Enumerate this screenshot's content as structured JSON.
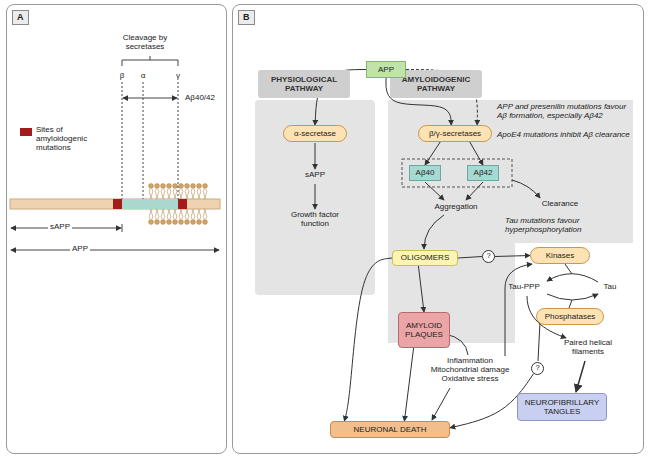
{
  "diagram": {
    "nodes": [
      {
        "text": [
          "A"
        ]
      },
      {
        "text": [
          "B"
        ]
      },
      {
        "text": [
          "PHYSIOLOGICAL PATHWAY"
        ],
        "in": 1
      },
      {
        "text": [
          "AMYLOIDOGENIC PATHWAY"
        ],
        "in": 1
      },
      {
        "text": [
          "APP"
        ],
        "in": 1
      },
      {
        "text": [
          "α-secretase"
        ],
        "in": 1
      },
      {
        "text": [
          "β/γ-secretases"
        ],
        "in": 1
      },
      {
        "text": [
          "Aβ40"
        ],
        "in": 1
      },
      {
        "text": [
          "Aβ42"
        ],
        "in": 1
      },
      {
        "text": [
          "OLIGOMERS"
        ],
        "in": 1
      },
      {
        "text": [
          "?"
        ],
        "in": 1
      },
      {
        "text": [
          "Kinases"
        ],
        "in": 1
      },
      {
        "text": [
          "Phosphatases"
        ],
        "in": 1
      },
      {
        "text": [
          "AMYLOID PLAQUES"
        ],
        "in": 1
      },
      {
        "text": [
          "?"
        ],
        "in": 1
      },
      {
        "text": [
          "NEUROFIBRILLARY TANGLES"
        ],
        "in": 1
      },
      {
        "text": [
          "NEURONAL DEATH"
        ],
        "in": 1
      }
    ],
    "edges": [
      {
        "from": 4,
        "to": 5,
        "arrow": "to"
      },
      {
        "from": 4,
        "to": 6,
        "arrow": "to"
      },
      {
        "from": 4,
        "to": 6,
        "arrow": "to"
      },
      {
        "from": 6,
        "to": 7,
        "arrow": "to"
      },
      {
        "from": 6,
        "to": 8,
        "arrow": "to"
      },
      {
        "from": 9,
        "to": 13,
        "arrow": "to"
      },
      {
        "from": 9,
        "to": 10,
        "arrow": "none"
      },
      {
        "from": 10,
        "to": 11,
        "arrow": "to"
      },
      {
        "from": 9,
        "to": 16,
        "arrow": "to"
      },
      {
        "from": 13,
        "to": 16,
        "arrow": "to"
      },
      {
        "from": 14,
        "to": 16,
        "arrow": "to"
      }
    ],
    "labels": [
      "Cleavage by secretases",
      "β",
      "α",
      "γ",
      "Aβ40/42",
      "sAPP",
      "APP",
      "sAPP",
      "Growth factor function",
      "APP and presenilin mutations favour Aβ formation, especially Aβ42",
      "ApoE4 mutations inhibit Aβ clearance",
      "Aggregation",
      "Clearance",
      "Tau mutations favour hyperphosphorylation",
      "Tau-PPP",
      "Tau",
      "Inflammation Mitochondrial damage Oxidative stress",
      "Paired helical filaments"
    ],
    "legend": [
      {
        "text": "Sites of amyloidogenic mutations",
        "color": "#a31b1b"
      }
    ]
  }
}
